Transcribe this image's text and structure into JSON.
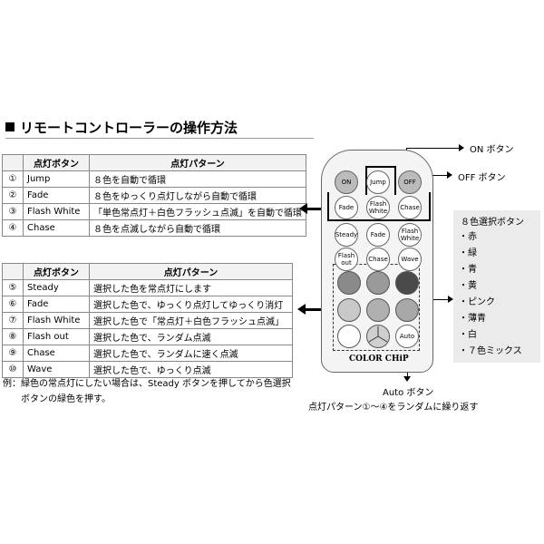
{
  "title": "リモートコントローラーの操作方法",
  "table1": {
    "headers": [
      "",
      "点灯ボタン",
      "点灯パターン"
    ],
    "rows": [
      [
        "①",
        "Jump",
        "８色を自動で循環"
      ],
      [
        "②",
        "Fade",
        "８色をゆっくり点灯しながら自動で循環"
      ],
      [
        "③",
        "Flash White",
        "「単色常点灯＋白色フラッシュ点滅」を自動で循環"
      ],
      [
        "④",
        "Chase",
        "８色を点滅しながら自動で循環"
      ]
    ]
  },
  "table2": {
    "headers": [
      "",
      "点灯ボタン",
      "点灯パターン"
    ],
    "rows": [
      [
        "⑤",
        "Steady",
        "選択した色を常点灯にします"
      ],
      [
        "⑥",
        "Fade",
        "選択した色で、ゆっくり点灯してゆっくり消灯"
      ],
      [
        "⑦",
        "Flash White",
        "選択した色で「常点灯＋白色フラッシュ点滅」"
      ],
      [
        "⑧",
        "Flash out",
        "選択した色で、ランダム点滅"
      ],
      [
        "⑨",
        "Chase",
        "選択した色で、ランダムに速く点滅"
      ],
      [
        "⑩",
        "Wave",
        "選択した色で、ゆっくり点滅"
      ]
    ]
  },
  "note": {
    "line1": "例：緑色の常点灯にしたい場合は、Steady ボタンを押してから色選択",
    "line2": "ボタンの緑色を押す。"
  },
  "labels": {
    "on_button": "ON ボタン",
    "off_button": "OFF ボタン",
    "auto_button": "Auto ボタン",
    "auto_desc": "点灯パターン①～④をランダムに繰り返す"
  },
  "remote": {
    "on": "ON",
    "off": "OFF",
    "jump": "Jump",
    "fade": "Fade",
    "flash_white": "Flash White",
    "chase": "Chase",
    "steady": "Steady",
    "fade2": "Fade",
    "flash_white2": "Flash White",
    "flash_out": "Flash out",
    "chase2": "Chase",
    "wave": "Wave",
    "auto": "Auto",
    "brand": "COLOR CHiP"
  },
  "color_panel": {
    "heading": "８色選択ボタン",
    "items": [
      "・赤",
      "・緑",
      "・青",
      "・黄",
      "・ピンク",
      "・薄青",
      "・白",
      "・７色ミックス"
    ]
  },
  "colors": {
    "arrow": "#000000",
    "panel_bg": "#ebebeb",
    "table_border": "#888888"
  }
}
